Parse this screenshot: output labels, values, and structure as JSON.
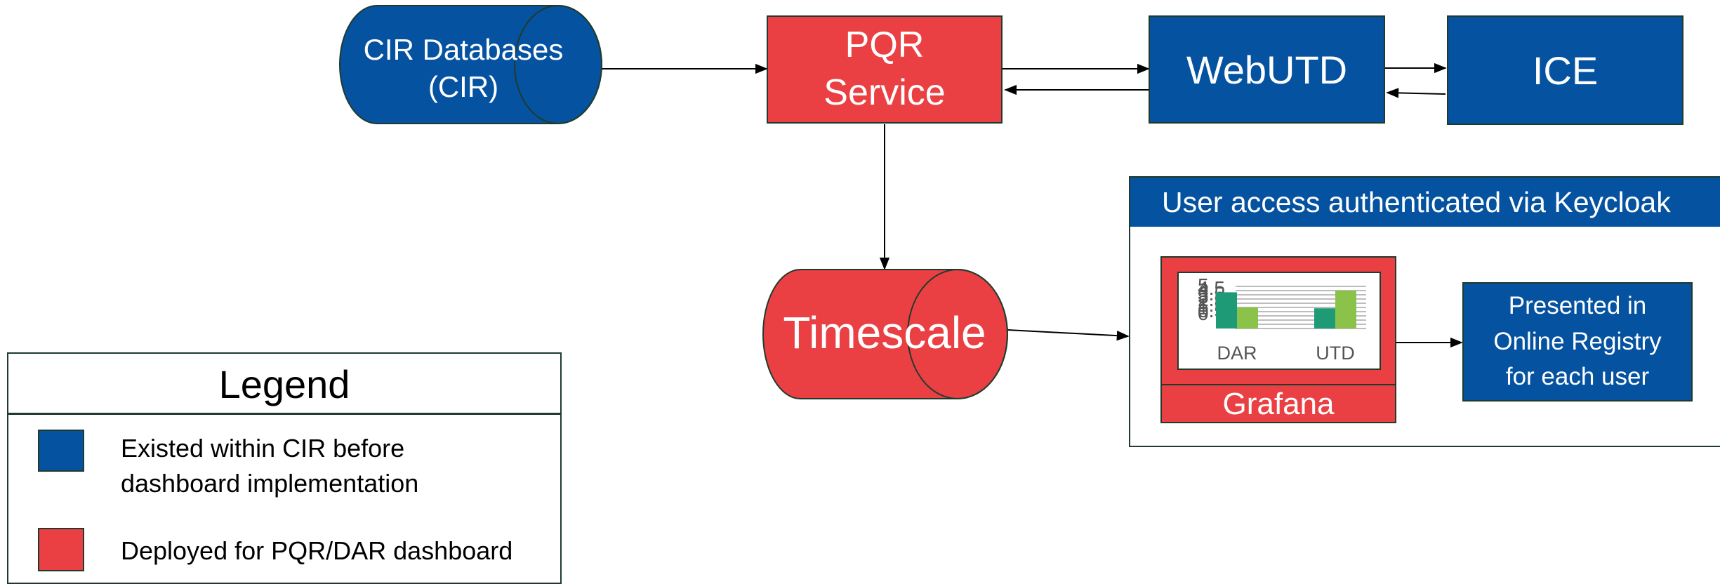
{
  "colors": {
    "existing": "#0552a0",
    "deployed": "#ea4043",
    "border": "#1f3b2e",
    "bar_dark": "#1e9a77",
    "bar_light": "#8bc34a",
    "grid": "#bdbdbd"
  },
  "nodes": {
    "cir": {
      "line1": "CIR Databases",
      "line2": "(CIR)"
    },
    "pqr": {
      "line1": "PQR",
      "line2": "Service"
    },
    "webutd": {
      "label": "WebUTD"
    },
    "ice": {
      "label": "ICE"
    },
    "timescale": {
      "label": "Timescale"
    },
    "keycloak": {
      "header": "User access authenticated via Keycloak"
    },
    "grafana": {
      "label": "Grafana"
    },
    "registry": {
      "line1": "Presented in",
      "line2": "Online Registry",
      "line3": "for each user"
    }
  },
  "legend": {
    "title": "Legend",
    "items": [
      {
        "color": "existing",
        "line1": "Existed within CIR before",
        "line2": "dashboard implementation"
      },
      {
        "color": "deployed",
        "line1": "Deployed for PQR/DAR dashboard",
        "line2": ""
      }
    ]
  },
  "chart_data": {
    "type": "bar",
    "categories": [
      "DAR",
      "UTD"
    ],
    "series": [
      {
        "values": [
          4.3,
          2.4
        ]
      },
      {
        "values": [
          2.5,
          4.5
        ]
      }
    ],
    "y_ticks": [
      "5",
      "4.5",
      "4",
      "3.5",
      "3",
      "2.5",
      "2",
      "1.5",
      "1",
      "0.5",
      "0"
    ],
    "ylim": [
      0,
      5
    ],
    "grid": true
  }
}
